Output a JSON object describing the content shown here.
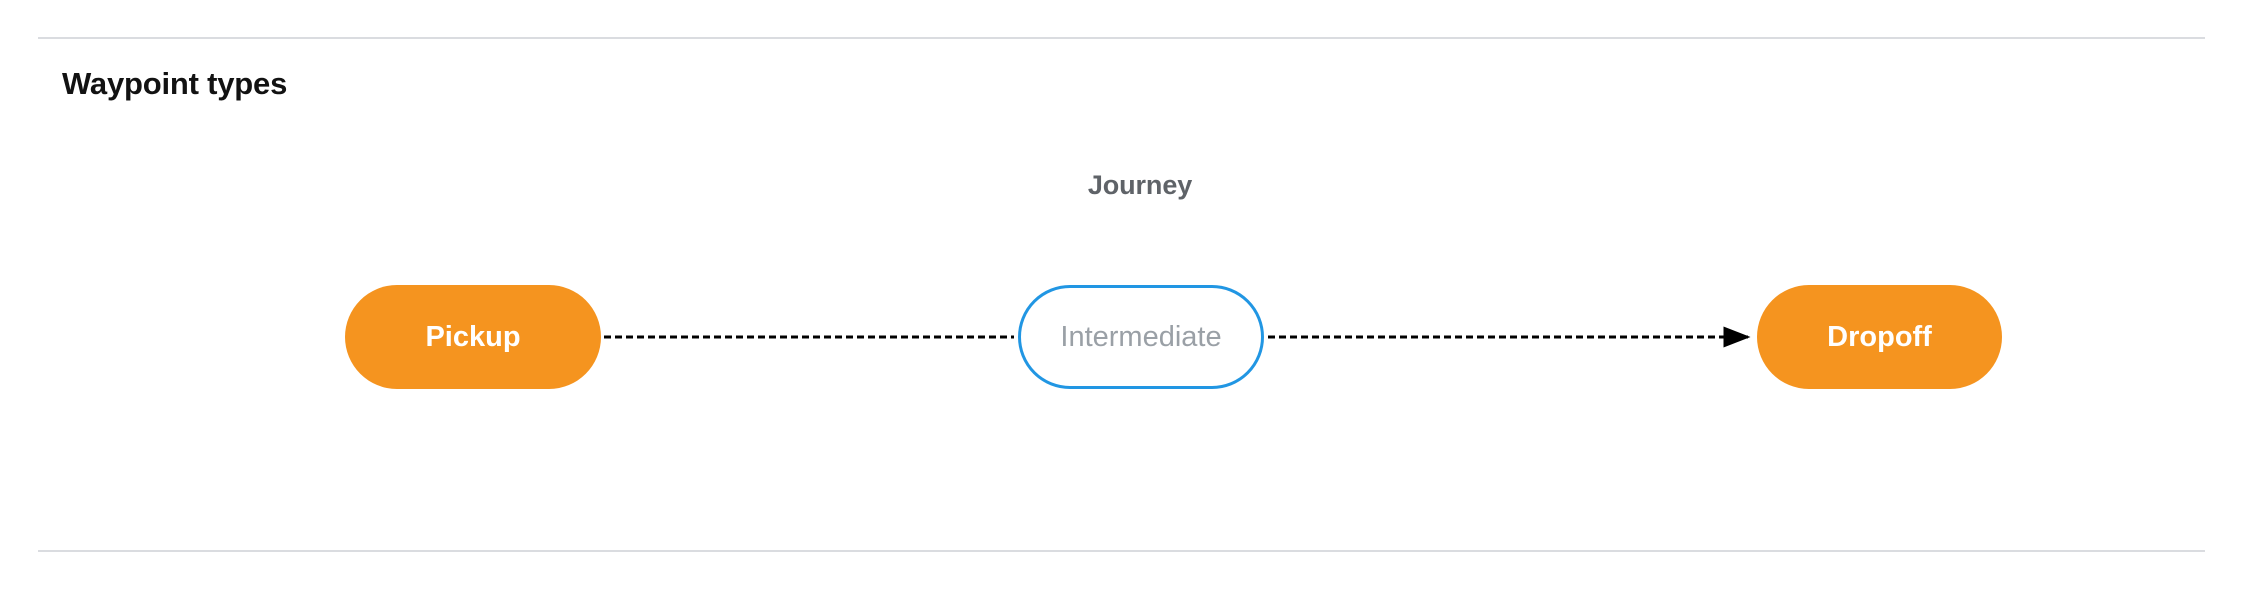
{
  "section": {
    "title": "Waypoint types"
  },
  "diagram": {
    "group_label": "Journey",
    "nodes": [
      {
        "id": "pickup",
        "label": "Pickup",
        "style": "filled",
        "fill": "#f5941f",
        "text_color": "#ffffff"
      },
      {
        "id": "intermediate",
        "label": "Intermediate",
        "style": "outline",
        "fill": "#ffffff",
        "border_color": "#2196e3",
        "text_color": "#9aa0a6"
      },
      {
        "id": "dropoff",
        "label": "Dropoff",
        "style": "filled",
        "fill": "#f5941f",
        "text_color": "#ffffff"
      }
    ],
    "connectors": [
      {
        "from": "pickup",
        "to": "intermediate",
        "line": "dashed",
        "color": "#000000",
        "arrowhead": false
      },
      {
        "from": "intermediate",
        "to": "dropoff",
        "line": "dashed",
        "color": "#000000",
        "arrowhead": true
      }
    ]
  },
  "colors": {
    "accent_orange": "#f5941f",
    "accent_blue": "#2196e3",
    "divider": "#dadce0",
    "muted_text": "#5f6368"
  }
}
